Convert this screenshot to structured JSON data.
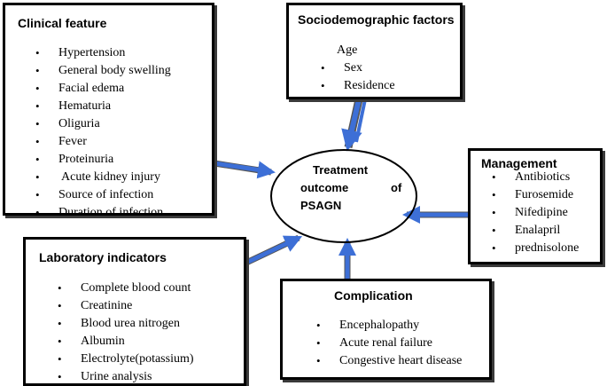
{
  "clinical": {
    "title": "Clinical feature",
    "items": [
      "Hypertension",
      "General body swelling",
      "Facial edema",
      "Hematuria",
      "Oliguria",
      "Fever",
      "Proteinuria",
      "Acute kidney injury",
      "Source of infection",
      "Duration of infection"
    ]
  },
  "socio": {
    "title": "Sociodemographic factors",
    "lead": "Age",
    "items": [
      "Sex",
      "Residence"
    ]
  },
  "management": {
    "title": "Management",
    "items": [
      "Antibiotics",
      "Furosemide",
      "Nifedipine",
      "Enalapril",
      "prednisolone"
    ]
  },
  "laboratory": {
    "title": "Laboratory indicators",
    "items": [
      "Complete blood count",
      "Creatinine",
      "Blood urea nitrogen",
      "Albumin",
      "Electrolyte(potassium)",
      "Urine analysis"
    ]
  },
  "complication": {
    "title": "Complication",
    "items": [
      "Encephalopathy",
      "Acute renal failure",
      "Congestive heart disease"
    ]
  },
  "center": {
    "line1": "Treatment",
    "line2a": "outcome",
    "line2b": "of",
    "line3": "PSAGN"
  },
  "colors": {
    "arrow": "#3d6fd6",
    "arrow_outline": "#2a2a2a"
  }
}
